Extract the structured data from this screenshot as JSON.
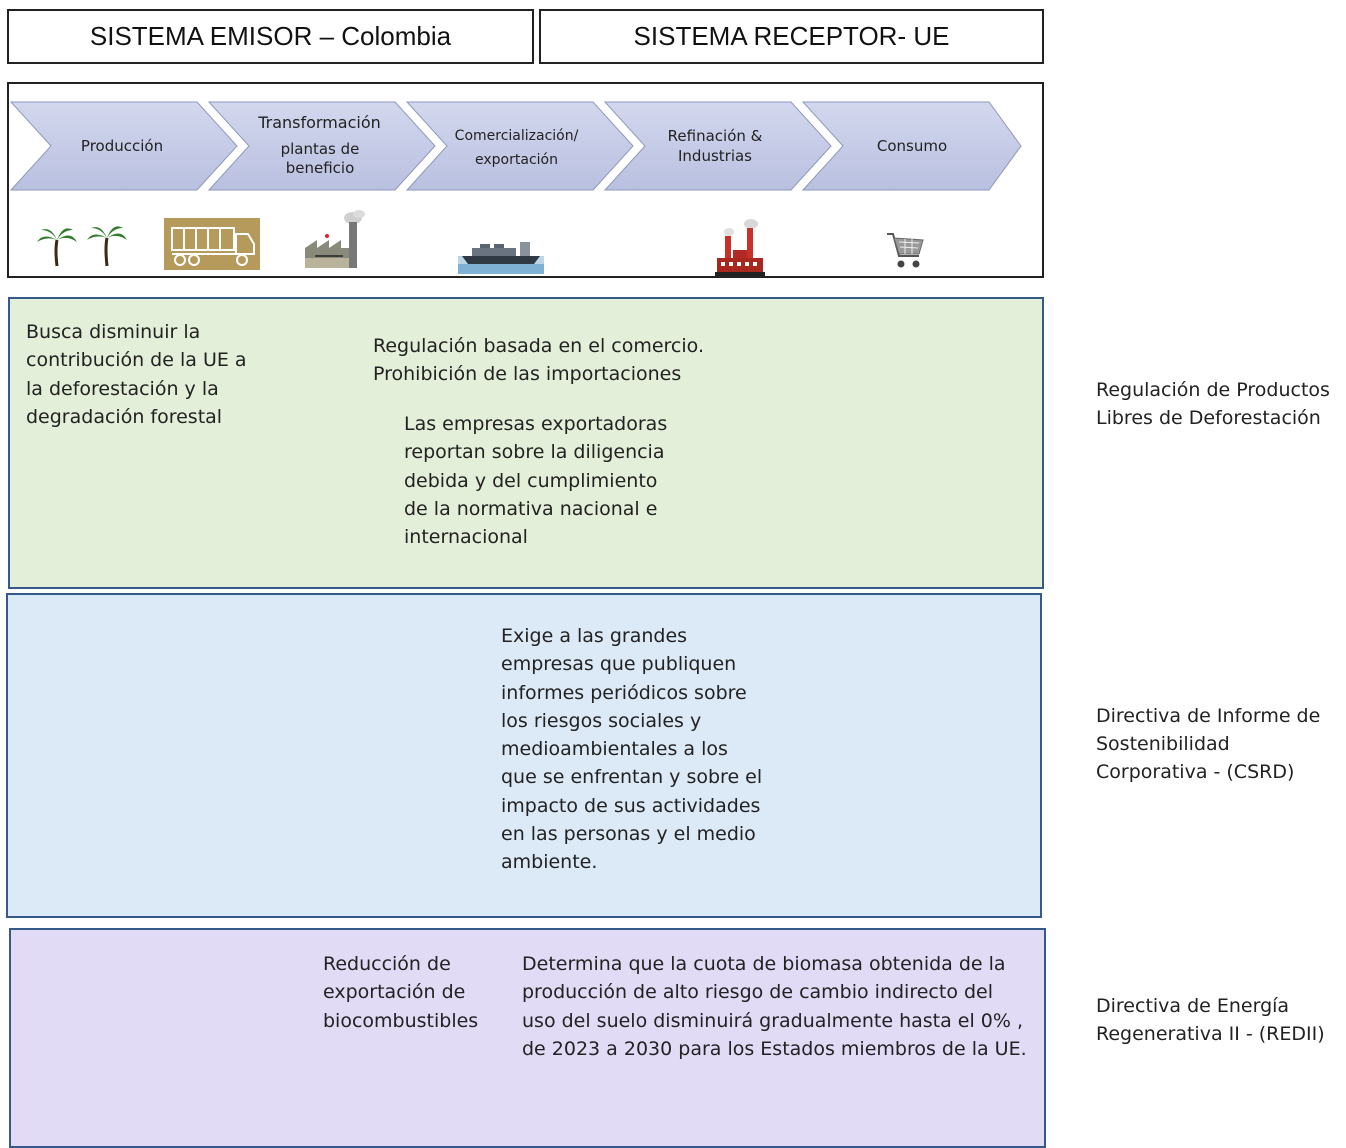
{
  "header": {
    "emisor": "SISTEMA EMISOR – Colombia",
    "receptor": "SISTEMA RECEPTOR- UE"
  },
  "chain": {
    "stages": [
      {
        "id": "produccion",
        "label": "Producción"
      },
      {
        "id": "transformacion",
        "label": "Transformación",
        "sub": "plantas de\nbeneficio"
      },
      {
        "id": "comercializacion",
        "label": "Comercialización/\nexportación"
      },
      {
        "id": "refinacion",
        "label": "Refinación &\nIndustrias"
      },
      {
        "id": "consumo",
        "label": "Consumo"
      }
    ],
    "icons": [
      "palm-trees-icon",
      "truck-icon",
      "factory-icon",
      "cargo-ship-icon",
      "refinery-icon",
      "shopping-cart-icon"
    ],
    "arrow_color": "#c5cbe6"
  },
  "panels": {
    "eudr": {
      "color": "#e3efd9",
      "left_text": "Busca disminuir la\ncontribución de la UE a\nla deforestación y la\ndegradación forestal",
      "mid_text": "Regulación basada en el comercio.\nProhibición de las importaciones",
      "detail_text": "Las empresas exportadoras\nreportan sobre la diligencia\ndebida y del cumplimiento\nde la normativa nacional e\ninternacional",
      "side_label": "Regulación de Productos\nLibres de Deforestación"
    },
    "csrd": {
      "color": "#dce9f6",
      "text": "Exige a las grandes\nempresas que publiquen\ninformes periódicos sobre\nlos riesgos sociales y\nmedioambientales a los\nque se enfrentan y sobre el\nimpacto de sus actividades\nen las personas y el medio\nambiente.",
      "side_label": "Directiva de Informe de\nSostenibilidad\nCorporativa -  (CSRD)"
    },
    "redii": {
      "color": "#e1dbf6",
      "left_text": "Reducción de\nexportación de\nbiocombustibles",
      "right_text": "Determina que la cuota de biomasa obtenida de la\nproducción de alto riesgo de cambio indirecto del\nuso del suelo disminuirá gradualmente hasta el 0% ,\nde 2023 a 2030 para los Estados miembros de la UE.",
      "side_label": "Directiva de Energía\nRegenerativa  II - (REDII)"
    }
  }
}
